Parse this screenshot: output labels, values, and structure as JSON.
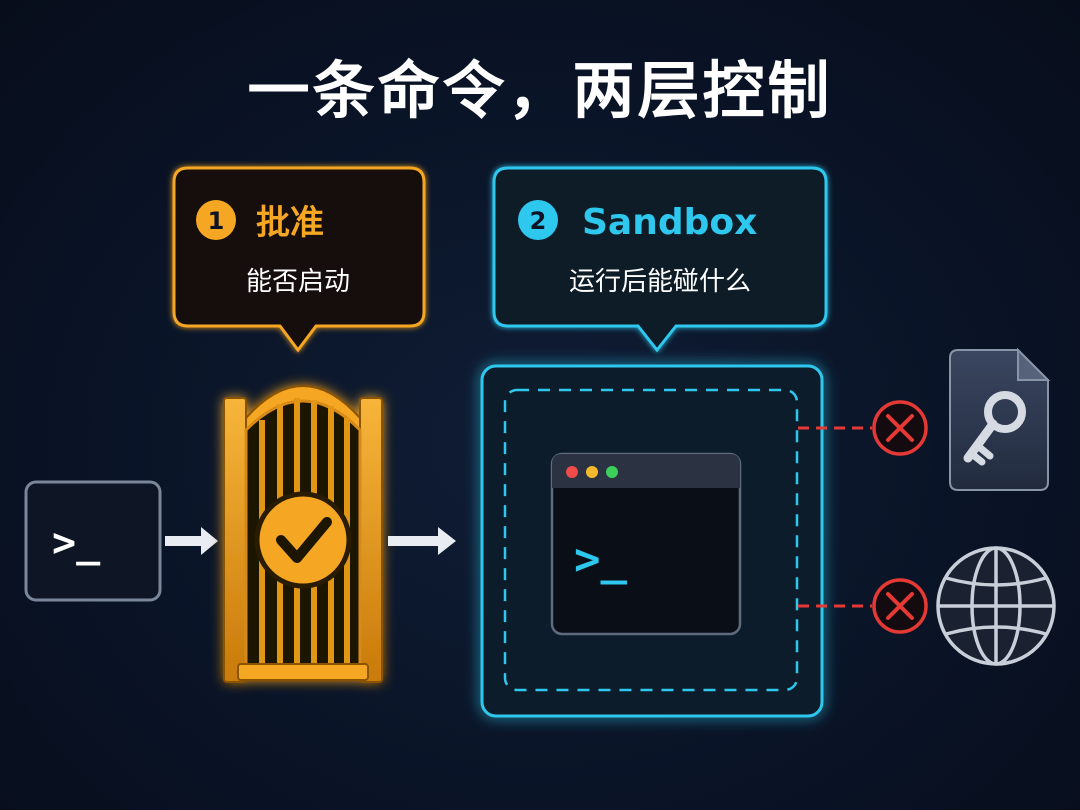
{
  "title": "一条命令，两层控制",
  "callout_approval": {
    "number": "1",
    "heading": "批准",
    "subtitle": "能否启动"
  },
  "callout_sandbox": {
    "number": "2",
    "heading": "Sandbox",
    "subtitle": "运行后能碰什么"
  },
  "input_terminal": {
    "prompt": ">_"
  },
  "sandbox_terminal": {
    "prompt": ">_"
  },
  "colors": {
    "approval": "#f5a623",
    "sandbox": "#2ec8ee",
    "blocked": "#e53935",
    "background": "#0a1427"
  },
  "icons": {
    "gate": "gate-icon",
    "check": "checkmark-icon",
    "secret_file": "key-file-icon",
    "network": "globe-icon",
    "blocked": "x-circle-icon"
  }
}
